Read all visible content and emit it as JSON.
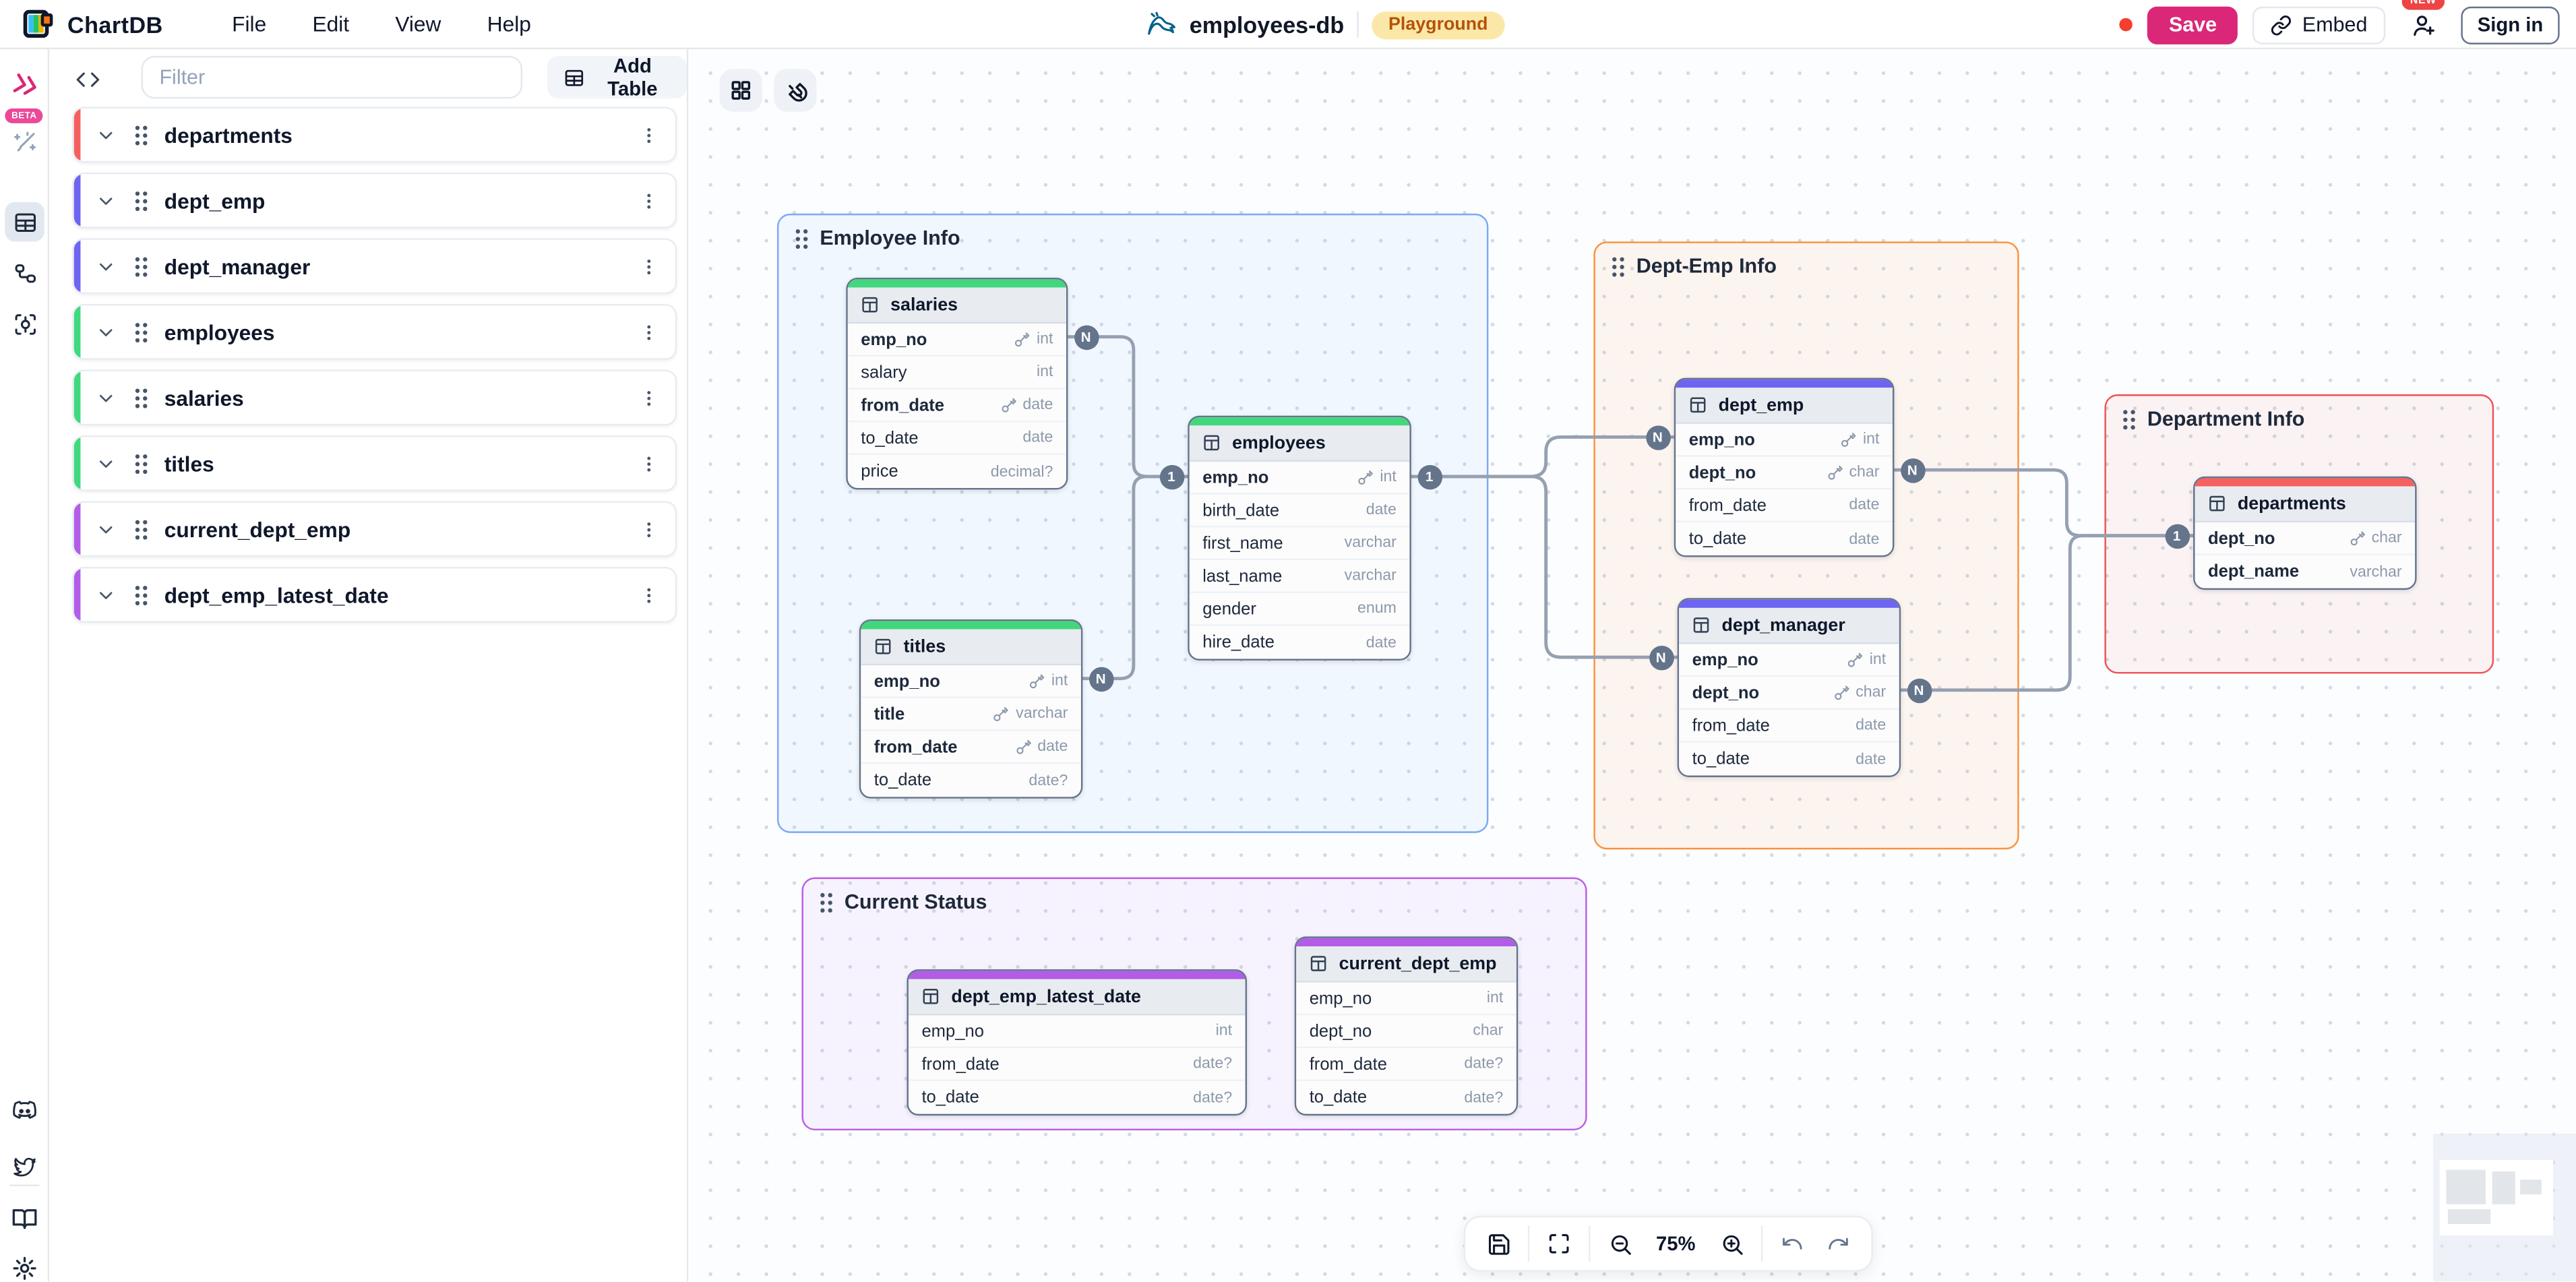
{
  "topbar": {
    "app_name": "ChartDB",
    "menus": [
      "File",
      "Edit",
      "View",
      "Help"
    ],
    "diagram_name": "employees-db",
    "db_icon": "mysql-logo",
    "playground_badge": "Playground",
    "save_label": "Save",
    "embed_label": "Embed",
    "new_badge": "NEW",
    "signin_label": "Sign in"
  },
  "sidebar": {
    "beta_label": "BETA",
    "filter_placeholder": "Filter",
    "add_table_label": "Add Table",
    "items": [
      {
        "label": "departments",
        "accent": "#f65f5f"
      },
      {
        "label": "dept_emp",
        "accent": "#6d64f2"
      },
      {
        "label": "dept_manager",
        "accent": "#6d64f2"
      },
      {
        "label": "employees",
        "accent": "#3fd97e"
      },
      {
        "label": "salaries",
        "accent": "#3fd97e"
      },
      {
        "label": "titles",
        "accent": "#3fd97e"
      },
      {
        "label": "current_dept_emp",
        "accent": "#b25ce8"
      },
      {
        "label": "dept_emp_latest_date",
        "accent": "#b25ce8"
      }
    ]
  },
  "canvas": {
    "zoom_level": "75%",
    "groups": [
      {
        "id": "employee_info",
        "label": "Employee Info",
        "border": "#7aa9f7",
        "fill": "rgba(96,165,250,0.07)"
      },
      {
        "id": "dept_emp_info",
        "label": "Dept-Emp Info",
        "border": "#fb923c",
        "fill": "rgba(251,146,60,0.08)"
      },
      {
        "id": "department_info",
        "label": "Department Info",
        "border": "#f05252",
        "fill": "rgba(239,68,68,0.06)"
      },
      {
        "id": "current_status",
        "label": "Current Status",
        "border": "#bb5ce8",
        "fill": "rgba(168,85,247,0.06)"
      }
    ],
    "tables": [
      {
        "id": "salaries",
        "name": "salaries",
        "accent": "#42d77d",
        "fields": [
          {
            "name": "emp_no",
            "type": "int",
            "key": true,
            "strong": true
          },
          {
            "name": "salary",
            "type": "int",
            "key": false,
            "strong": false
          },
          {
            "name": "from_date",
            "type": "date",
            "key": true,
            "strong": true
          },
          {
            "name": "to_date",
            "type": "date",
            "key": false,
            "strong": false
          },
          {
            "name": "price",
            "type": "decimal?",
            "key": false,
            "strong": false
          }
        ]
      },
      {
        "id": "employees",
        "name": "employees",
        "accent": "#42d77d",
        "fields": [
          {
            "name": "emp_no",
            "type": "int",
            "key": true,
            "strong": true
          },
          {
            "name": "birth_date",
            "type": "date",
            "key": false,
            "strong": false
          },
          {
            "name": "first_name",
            "type": "varchar",
            "key": false,
            "strong": false
          },
          {
            "name": "last_name",
            "type": "varchar",
            "key": false,
            "strong": false
          },
          {
            "name": "gender",
            "type": "enum",
            "key": false,
            "strong": false
          },
          {
            "name": "hire_date",
            "type": "date",
            "key": false,
            "strong": false
          }
        ]
      },
      {
        "id": "titles",
        "name": "titles",
        "accent": "#42d77d",
        "fields": [
          {
            "name": "emp_no",
            "type": "int",
            "key": true,
            "strong": true
          },
          {
            "name": "title",
            "type": "varchar",
            "key": true,
            "strong": true
          },
          {
            "name": "from_date",
            "type": "date",
            "key": true,
            "strong": true
          },
          {
            "name": "to_date",
            "type": "date?",
            "key": false,
            "strong": false
          }
        ]
      },
      {
        "id": "dept_emp",
        "name": "dept_emp",
        "accent": "#6d64f2",
        "fields": [
          {
            "name": "emp_no",
            "type": "int",
            "key": true,
            "strong": true
          },
          {
            "name": "dept_no",
            "type": "char",
            "key": true,
            "strong": true
          },
          {
            "name": "from_date",
            "type": "date",
            "key": false,
            "strong": false
          },
          {
            "name": "to_date",
            "type": "date",
            "key": false,
            "strong": false
          }
        ]
      },
      {
        "id": "dept_manager",
        "name": "dept_manager",
        "accent": "#6d64f2",
        "fields": [
          {
            "name": "emp_no",
            "type": "int",
            "key": true,
            "strong": true
          },
          {
            "name": "dept_no",
            "type": "char",
            "key": true,
            "strong": true
          },
          {
            "name": "from_date",
            "type": "date",
            "key": false,
            "strong": false
          },
          {
            "name": "to_date",
            "type": "date",
            "key": false,
            "strong": false
          }
        ]
      },
      {
        "id": "departments",
        "name": "departments",
        "accent": "#f66060",
        "fields": [
          {
            "name": "dept_no",
            "type": "char",
            "key": true,
            "strong": true
          },
          {
            "name": "dept_name",
            "type": "varchar",
            "key": false,
            "strong": true
          }
        ]
      },
      {
        "id": "dept_emp_latest_date",
        "name": "dept_emp_latest_date",
        "accent": "#b25ce8",
        "fields": [
          {
            "name": "emp_no",
            "type": "int",
            "key": false,
            "strong": false
          },
          {
            "name": "from_date",
            "type": "date?",
            "key": false,
            "strong": false
          },
          {
            "name": "to_date",
            "type": "date?",
            "key": false,
            "strong": false
          }
        ]
      },
      {
        "id": "current_dept_emp",
        "name": "current_dept_emp",
        "accent": "#b25ce8",
        "fields": [
          {
            "name": "emp_no",
            "type": "int",
            "key": false,
            "strong": false
          },
          {
            "name": "dept_no",
            "type": "char",
            "key": false,
            "strong": false
          },
          {
            "name": "from_date",
            "type": "date?",
            "key": false,
            "strong": false
          },
          {
            "name": "to_date",
            "type": "date?",
            "key": false,
            "strong": false
          }
        ]
      }
    ],
    "markers": [
      {
        "id": "salaries_right",
        "label": "N"
      },
      {
        "id": "titles_right",
        "label": "N"
      },
      {
        "id": "employees_left",
        "label": "1"
      },
      {
        "id": "employees_right",
        "label": "1"
      },
      {
        "id": "dept_emp_left",
        "label": "N"
      },
      {
        "id": "dept_emp_right",
        "label": "N"
      },
      {
        "id": "dept_manager_left",
        "label": "N"
      },
      {
        "id": "dept_manager_right",
        "label": "N"
      },
      {
        "id": "departments_left",
        "label": "1"
      }
    ]
  }
}
